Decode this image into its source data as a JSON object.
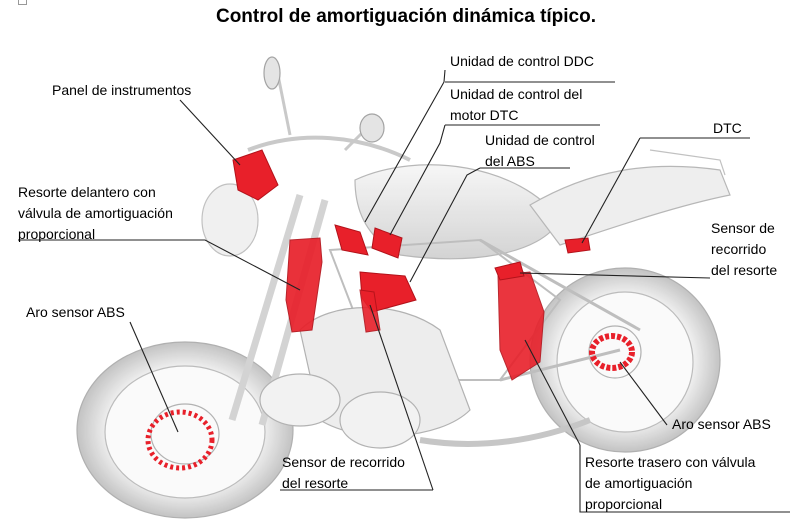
{
  "title": "Control de amortiguación dinámica típico.",
  "labels": {
    "panel": "Panel de instrumentos",
    "front_spring_1": "Resorte delantero con",
    "front_spring_2": "válvula de amortiguación",
    "front_spring_3": "proporcional",
    "abs_ring_front": "Aro sensor ABS",
    "ddc": "Unidad de control DDC",
    "engine_1": "Unidad de control del",
    "engine_2": "motor DTC",
    "abs_unit_1": "Unidad de control",
    "abs_unit_2": "del ABS",
    "dtc": "DTC",
    "travel_rear_1": "Sensor de",
    "travel_rear_2": "recorrido",
    "travel_rear_3": "del resorte",
    "abs_ring_rear": "Aro sensor ABS",
    "travel_front_1": "Sensor de recorrido",
    "travel_front_2": "del resorte",
    "rear_spring_1": "Resorte trasero con válvula",
    "rear_spring_2": "de amortiguación",
    "rear_spring_3": "proporcional"
  },
  "colors": {
    "highlight": "#e8202a",
    "leader": "#222222",
    "ghost": "#c9c9c9",
    "ghost_dark": "#9a9a9a"
  }
}
